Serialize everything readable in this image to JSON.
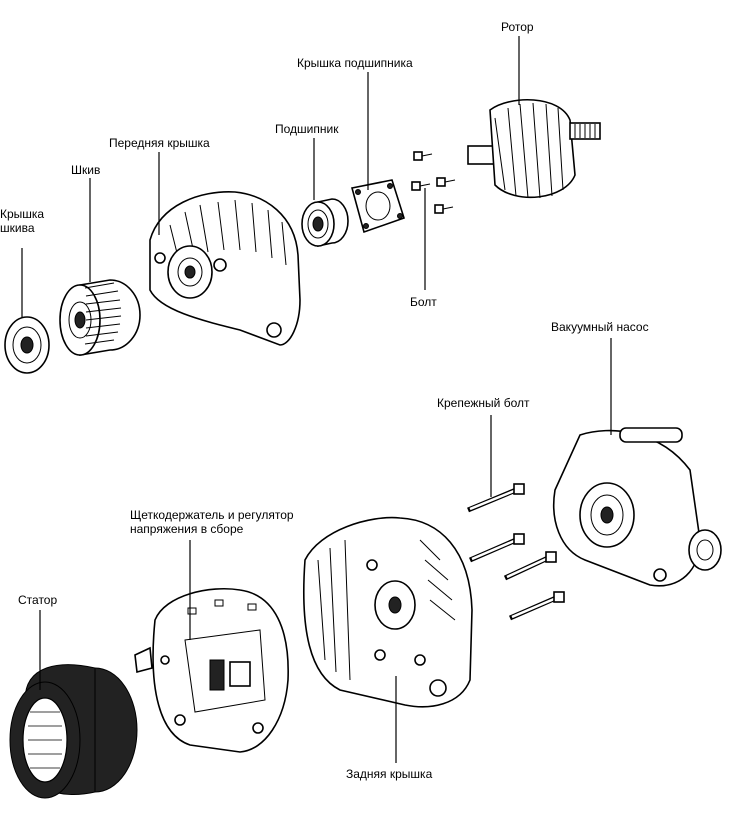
{
  "labels": {
    "pulley_cover": "Крышка\nшкива",
    "pulley": "Шкив",
    "front_cover": "Передняя крышка",
    "bearing": "Подшипник",
    "bearing_cover": "Крышка подшипника",
    "rotor": "Ротор",
    "bolt": "Болт",
    "vacuum_pump": "Вакуумный насос",
    "mounting_bolt": "Крепежный болт",
    "brush_holder": "Щеткодержатель и регулятор\nнапряжения в сборе",
    "stator": "Статор",
    "rear_cover": "Задняя крышка"
  }
}
